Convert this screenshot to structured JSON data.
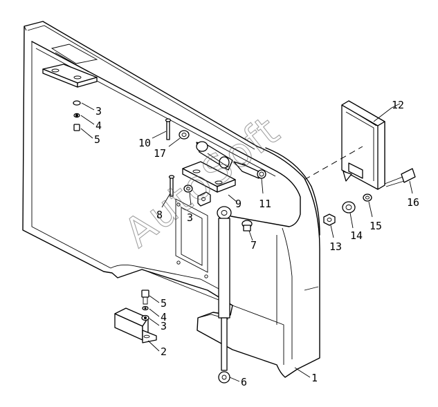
{
  "watermark": "AutoSoft",
  "colors": {
    "line": "#000000",
    "background": "#ffffff",
    "watermark": "#555555"
  },
  "callouts": {
    "c1": "1",
    "c2": "2",
    "c3a": "3",
    "c3b": "3",
    "c3c": "3",
    "c4a": "4",
    "c4b": "4",
    "c5a": "5",
    "c5b": "5",
    "c6": "6",
    "c7": "7",
    "c8": "8",
    "c9": "9",
    "c10": "10",
    "c11": "11",
    "c12": "12",
    "c13": "13",
    "c14": "14",
    "c15": "15",
    "c16": "16",
    "c17": "17"
  }
}
